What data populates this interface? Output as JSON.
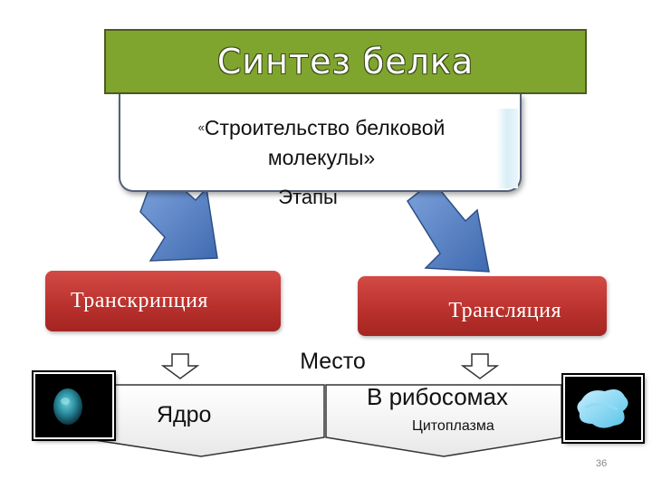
{
  "title": "Синтез белка",
  "subtitle": {
    "quote_open": "«",
    "line1": "Строительство белковой",
    "line2": "молекулы»"
  },
  "stages_label": "Этапы",
  "stages": {
    "transcription": "Транскрипция",
    "translation": "Трансляция"
  },
  "place_label": "Место",
  "places": {
    "nucleus": "Ядро",
    "ribosomes": "В рибосомах",
    "cytoplasm": "Цитоплазма"
  },
  "page_number": "36",
  "colors": {
    "title_bg": "#7fa52e",
    "stage_box": "#b8302c",
    "arrow_blue": "#5a84c4"
  },
  "icons": {
    "nucleus_image": "nucleus-cell-image",
    "ribosome_image": "ribosome-structure-image"
  }
}
